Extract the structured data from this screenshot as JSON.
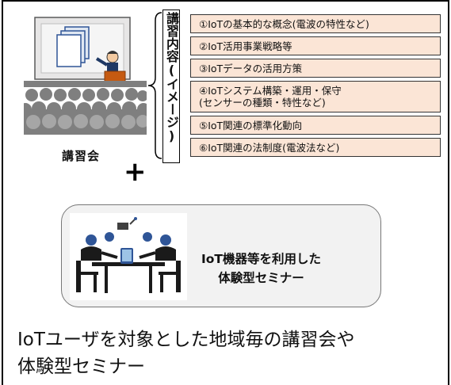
{
  "lecture": {
    "label": "講習会",
    "content_heading": "講習内容(イメージ)",
    "items": [
      {
        "lines": [
          "①IoTの基本的な概念(電波の特性など)"
        ]
      },
      {
        "lines": [
          "②IoT活用事業戦略等"
        ]
      },
      {
        "lines": [
          "③IoTデータの活用方策"
        ]
      },
      {
        "lines": [
          "④IoTシステム構築・運用・保守",
          "(センサーの種類・特性など)"
        ]
      },
      {
        "lines": [
          "⑤IoT関連の標準化動向"
        ]
      },
      {
        "lines": [
          "⑥IoT関連の法制度(電波法など)"
        ]
      }
    ]
  },
  "connector": {
    "symbol": "+"
  },
  "seminar": {
    "title_line1": "IoT機器等を利用した",
    "title_line2": "体験型セミナー"
  },
  "caption": {
    "line1": "IoTユーザを対象とした地域毎の講習会や",
    "line2": "体験型セミナー"
  },
  "colors": {
    "item_fill": "#fbe5d6",
    "illustration_blue": "#2f5597",
    "audience_gray": "#7f7f7f"
  }
}
